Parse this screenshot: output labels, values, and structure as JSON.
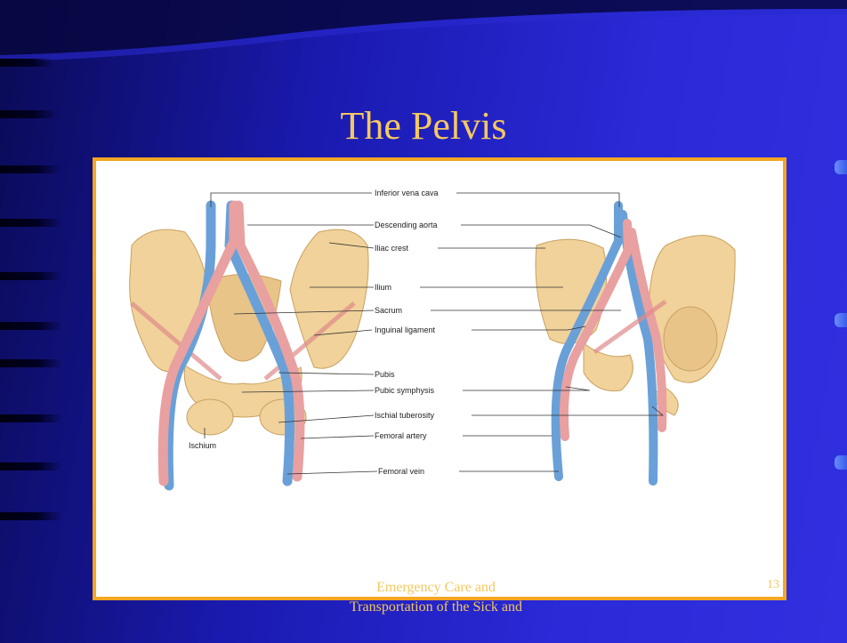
{
  "slide": {
    "title": "The Pelvis",
    "footer_line1": "Emergency Care and",
    "footer_line2": "Transportation of the Sick and",
    "slide_number": "13"
  },
  "figure": {
    "labels": {
      "inferior_vena_cava": "Inferior vena cava",
      "descending_aorta": "Descending aorta",
      "iliac_crest": "Iliac crest",
      "ilium": "Ilium",
      "sacrum": "Sacrum",
      "inguinal_ligament": "Inguinal ligament",
      "pubis": "Pubis",
      "pubic_symphysis": "Pubic symphysis",
      "ischial_tuberosity": "Ischial tuberosity",
      "femoral_artery": "Femoral artery",
      "femoral_vein": "Femoral vein",
      "ischium": "Ischium"
    }
  },
  "colors": {
    "title_text": "#f4c860",
    "figure_border": "#f5a623",
    "bone": "#f0d29a",
    "artery": "#e9a0a0",
    "vein": "#6aa0d8"
  }
}
